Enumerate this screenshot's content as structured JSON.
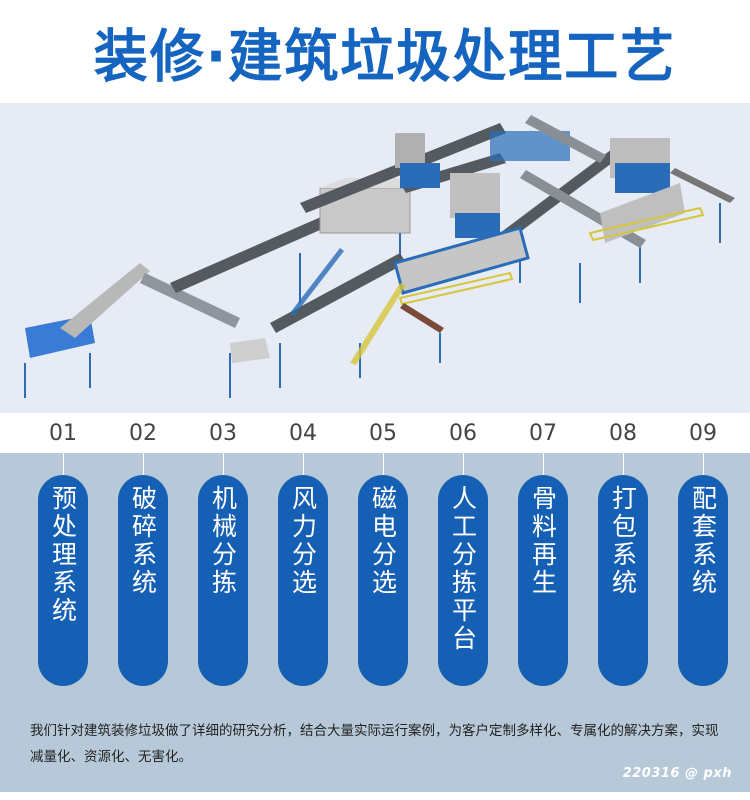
{
  "header": {
    "title": "装修·建筑垃圾处理工艺"
  },
  "hero": {
    "image_description": "3D rendering of construction waste processing line with conveyors, crushers, trommel screen and sorting platforms"
  },
  "steps": [
    {
      "number": "01",
      "label": "预处理系统"
    },
    {
      "number": "02",
      "label": "破碎系统"
    },
    {
      "number": "03",
      "label": "机械分拣"
    },
    {
      "number": "04",
      "label": "风力分选"
    },
    {
      "number": "05",
      "label": "磁电分选"
    },
    {
      "number": "06",
      "label": "人工分拣平台"
    },
    {
      "number": "07",
      "label": "骨料再生"
    },
    {
      "number": "08",
      "label": "打包系统"
    },
    {
      "number": "09",
      "label": "配套系统"
    }
  ],
  "footer": {
    "description": "我们针对建筑装修垃圾做了详细的研究分析，结合大量实际运行案例，为客户定制多样化、专属化的解决方案，实现减量化、资源化、无害化。",
    "watermark": "220316 @ pxh"
  },
  "colors": {
    "title_blue": "#1565c0",
    "pill_blue": "#1560b5",
    "lower_bg": "#b7c9d8",
    "hero_bg": "#e6ebf5"
  }
}
